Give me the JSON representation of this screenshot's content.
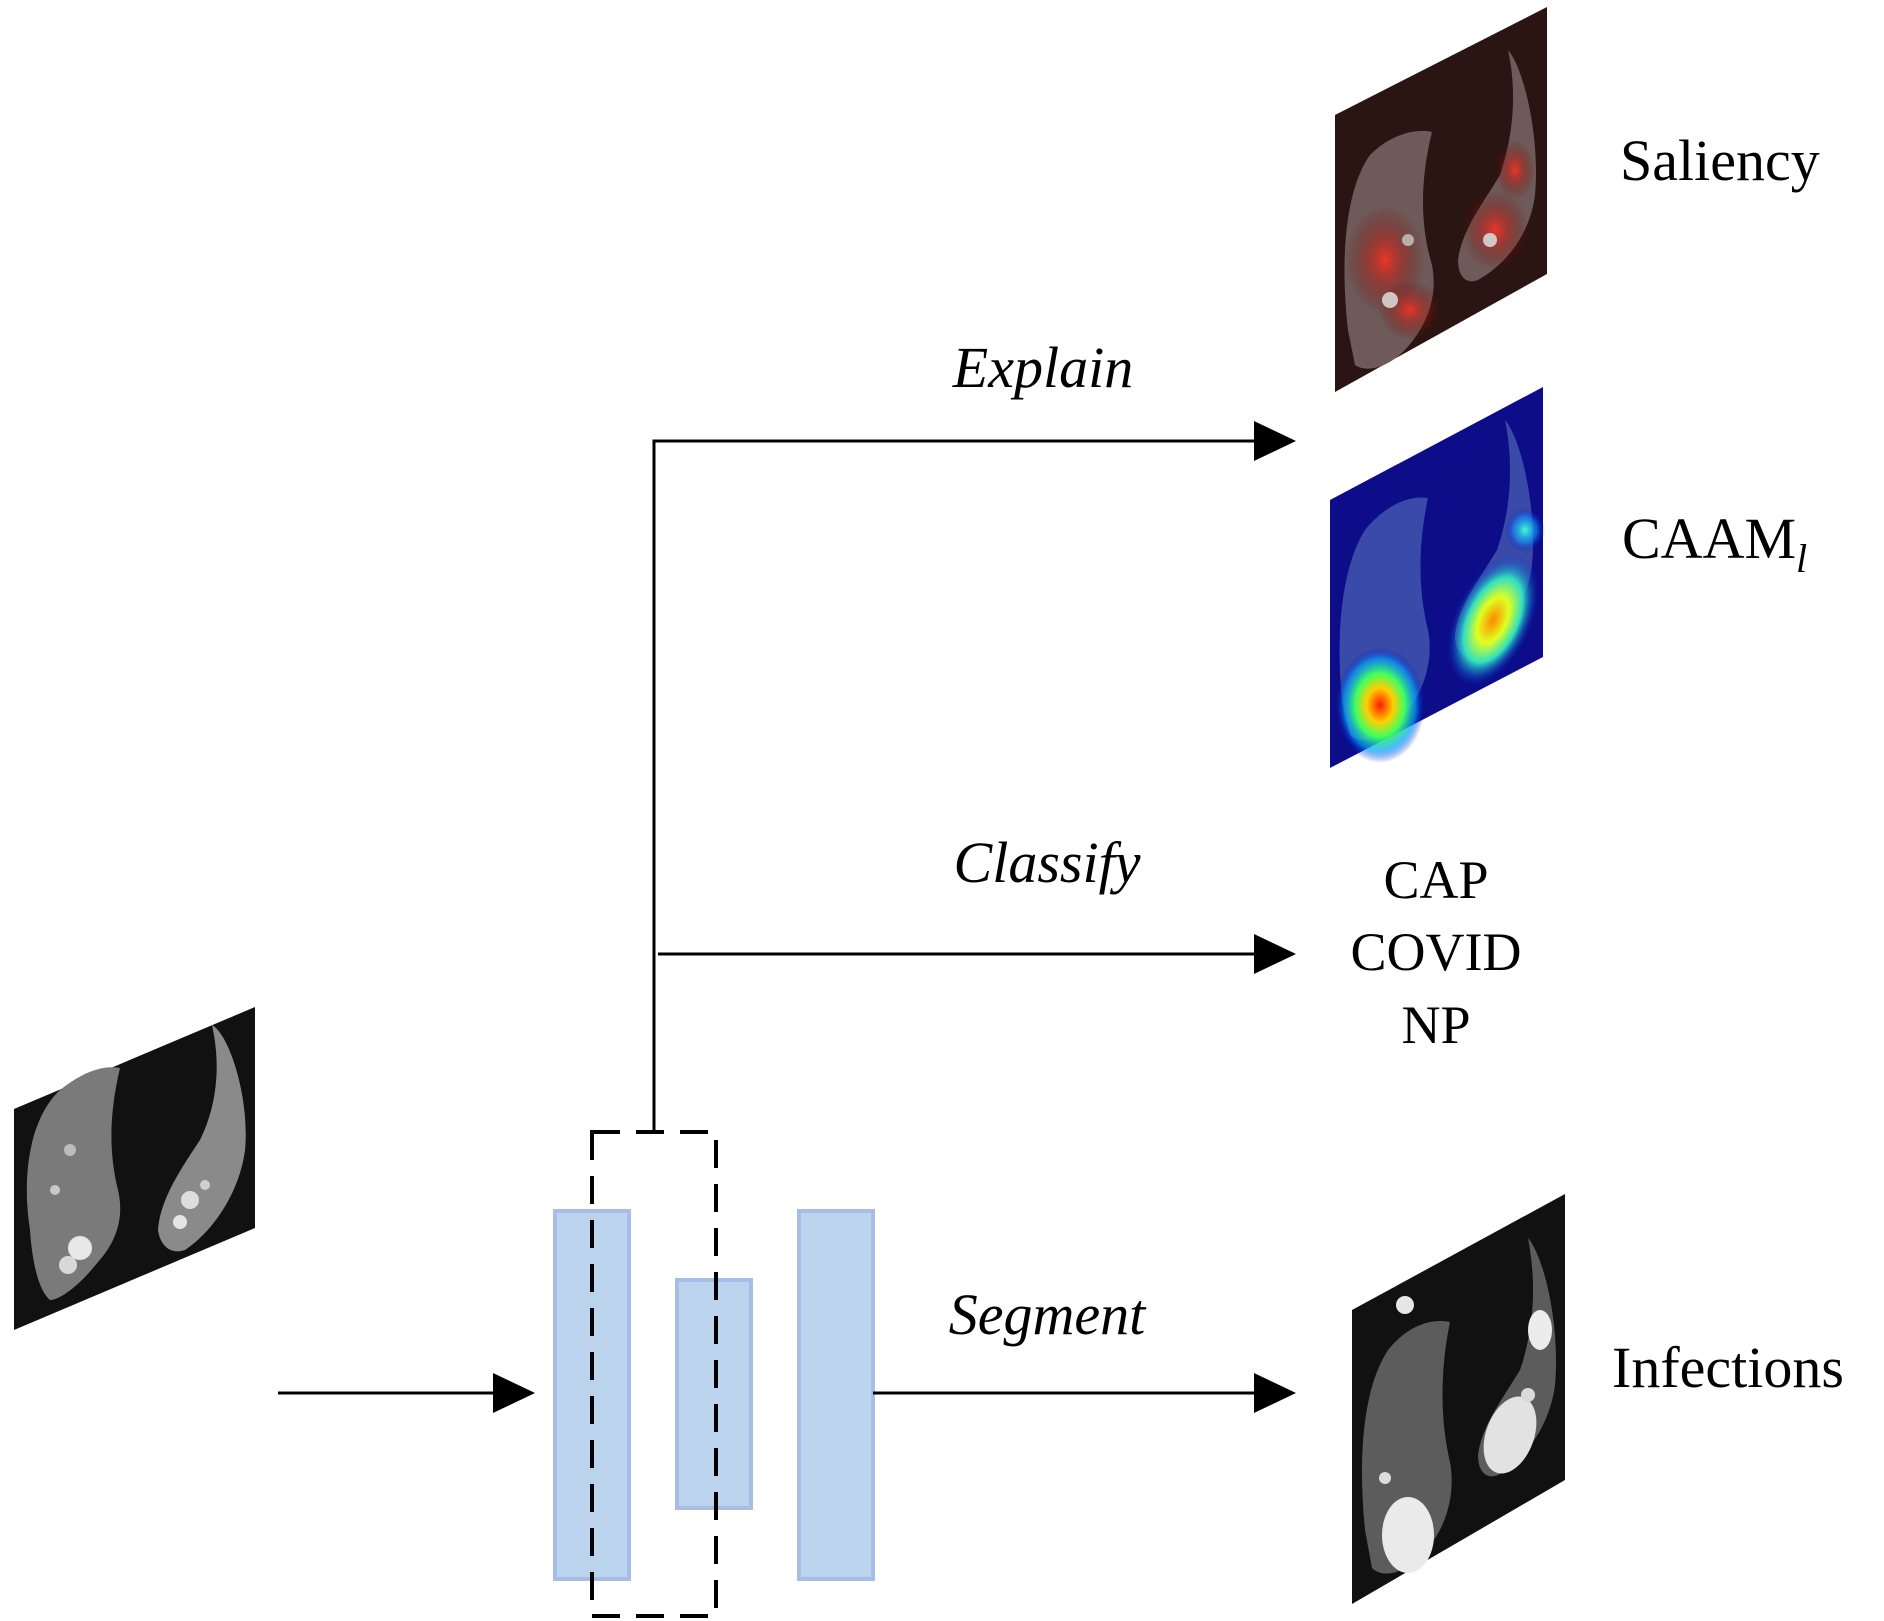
{
  "branches": {
    "explain_label": "Explain",
    "classify_label": "Classify",
    "segment_label": "Segment"
  },
  "outputs": {
    "saliency_label": "Saliency",
    "caam_label": "CAAM",
    "caam_subscript": "l",
    "class_labels": [
      "CAP",
      "COVID",
      "NP"
    ],
    "infections_label": "Infections"
  },
  "colors": {
    "network_block_fill": "#bcd4ee",
    "network_block_stroke": "#a7bde6",
    "line": "#000000",
    "scan_background": "#111111",
    "saliency_background": "#2a1512",
    "caam_background": "#0d0d8a"
  },
  "icons": {
    "input_scan": "lung-ct-scan-icon",
    "saliency_map": "saliency-map-icon",
    "caam_map": "caam-heatmap-icon",
    "infection_mask": "infection-mask-icon"
  }
}
